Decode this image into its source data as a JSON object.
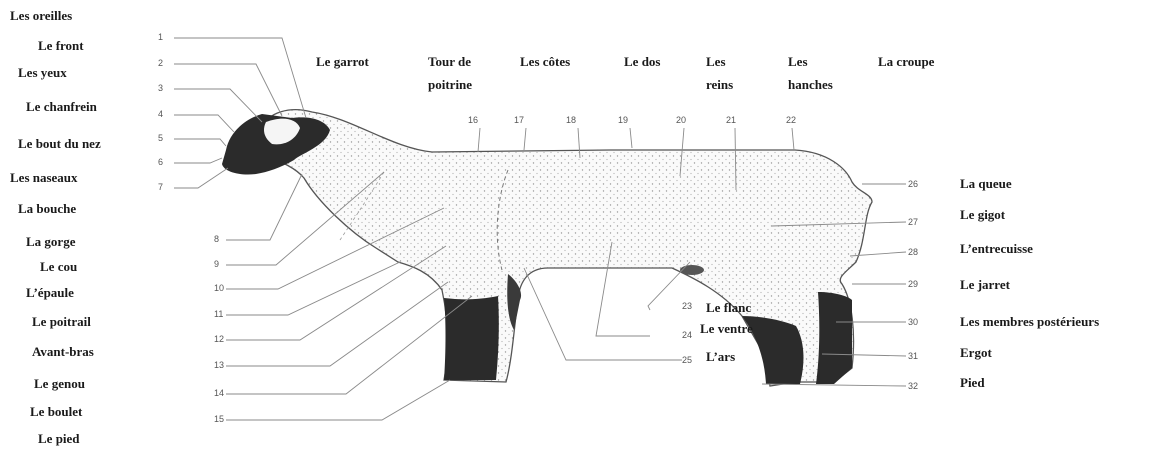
{
  "colors": {
    "ink": "#1a1a1a",
    "dark_fleece": "#2b2b2b",
    "leader": "#8a8a8a",
    "background": "#ffffff"
  },
  "left_labels": [
    "Les oreilles",
    "Le front",
    "Les yeux",
    "Le chanfrein",
    "Le bout du nez",
    "Les naseaux",
    "La bouche",
    "La gorge",
    "Le cou",
    "L’épaule",
    "Le poitrail",
    "Avant-bras",
    "Le genou",
    "Le boulet",
    "Le pied"
  ],
  "top_labels": [
    [
      "Le garrot"
    ],
    [
      "Tour de",
      "poitrine"
    ],
    [
      "Les côtes"
    ],
    [
      "Le dos"
    ],
    [
      "Les",
      "reins"
    ],
    [
      "Les",
      "hanches"
    ],
    [
      "La croupe"
    ]
  ],
  "right_labels": [
    "La queue",
    "Le gigot",
    "L’entrecuisse",
    "Le jarret",
    "Les membres postérieurs",
    "Ergot",
    "Pied"
  ],
  "belly_labels": [
    "Le flanc",
    "Le ventre",
    "L’ars"
  ],
  "numbers": [
    "1",
    "2",
    "3",
    "4",
    "5",
    "6",
    "7",
    "8",
    "9",
    "10",
    "11",
    "12",
    "13",
    "14",
    "15",
    "16",
    "17",
    "18",
    "19",
    "20",
    "21",
    "22",
    "23",
    "24",
    "25",
    "26",
    "27",
    "28",
    "29",
    "30",
    "31",
    "32"
  ]
}
